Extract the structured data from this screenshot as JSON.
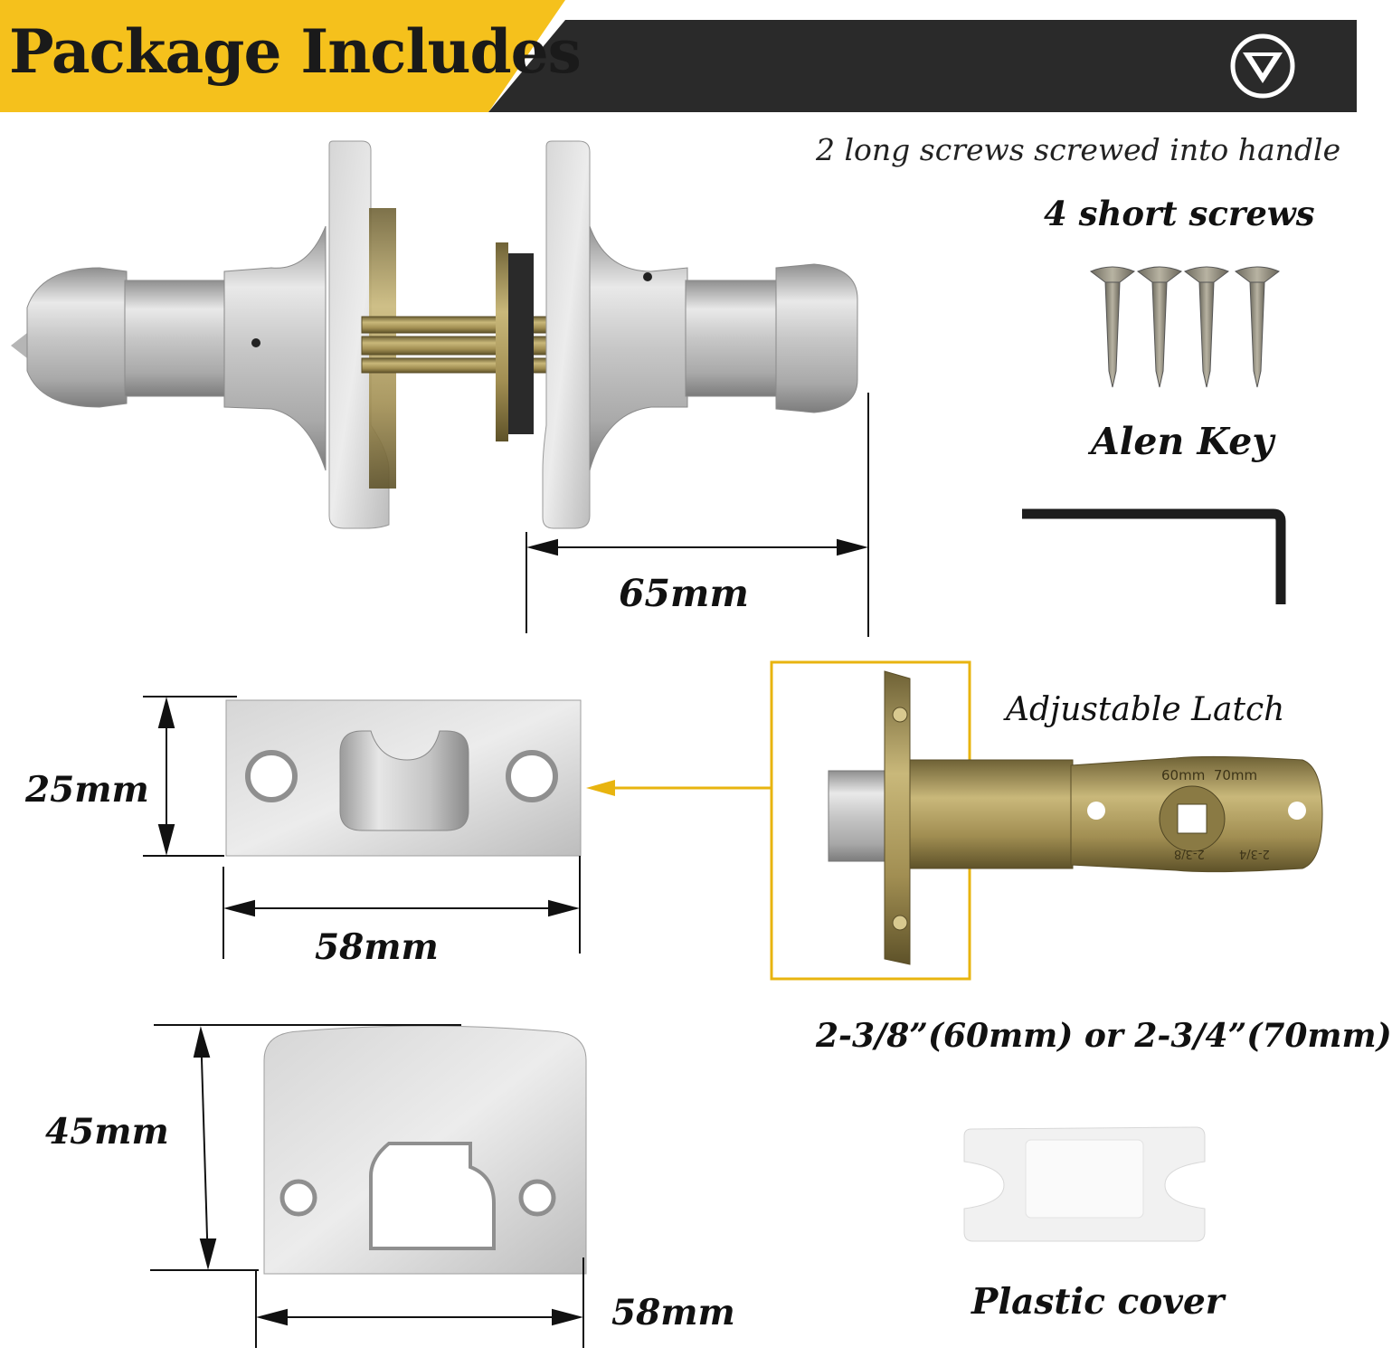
{
  "header": {
    "title": "Package Includes",
    "accent_color": "#f5c11c",
    "bar_color": "#2a2a2a",
    "badge_icon": "chevron-down-circle-icon"
  },
  "labels": {
    "long_screws": "2 long screws screwed into handle",
    "short_screws": "4 short screws",
    "alen_key": "Alen Key",
    "handle_width": "65mm",
    "adjustable_latch": "Adjustable Latch",
    "faceplate_height": "25mm",
    "faceplate_width": "58mm",
    "latch_size": "2-3/8”(60mm) or 2-3/4”(70mm)",
    "strike_height": "45mm",
    "strike_width": "58mm",
    "plastic_cover": "Plastic cover"
  },
  "latch_markings": {
    "top": "60mm  70mm",
    "bottom_left": "2-3/8",
    "bottom_right": "2-3/4"
  },
  "colors": {
    "brushed_nickel": "#c9c9c9",
    "brass": "#a8955a",
    "callout_yellow": "#e8b40f",
    "allen_key": "#1c1c1c"
  }
}
